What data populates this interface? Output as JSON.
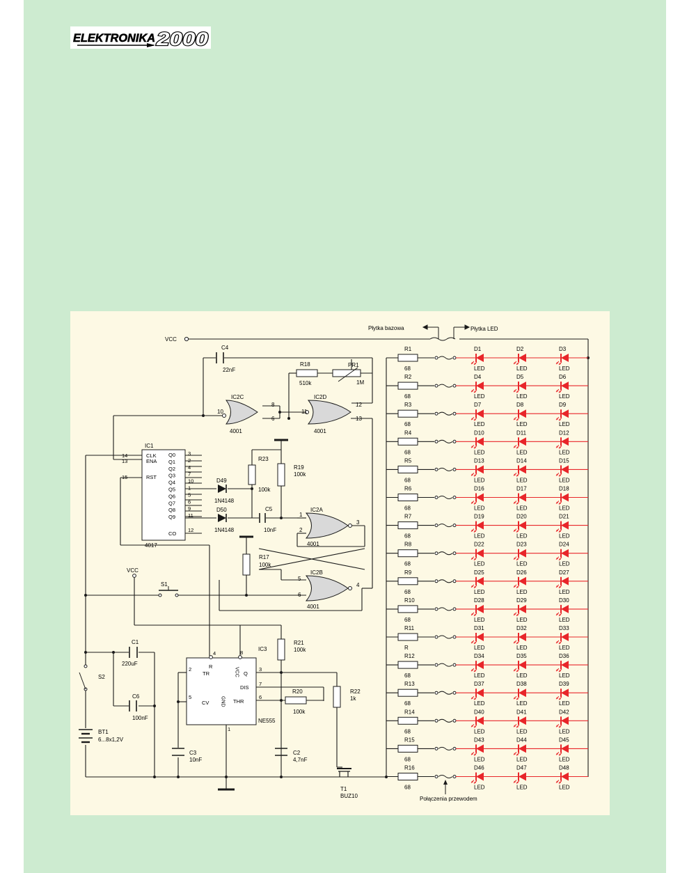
{
  "header": {
    "logo_text_left": "ELEKTRONIKA",
    "logo_text_right": "2000"
  },
  "schematic": {
    "net_labels": {
      "vcc_top": "VCC",
      "vcc_s1": "VCC",
      "board_base": "Płytka bazowa",
      "board_led": "Płytka LED",
      "wire_connections": "Połączenia przewodem"
    },
    "parts": {
      "C4": {
        "ref": "C4",
        "value": "22nF"
      },
      "R18": {
        "ref": "R18",
        "value": "510k"
      },
      "PR1": {
        "ref": "PR1",
        "value": "1M"
      },
      "IC2C": {
        "ref": "IC2C",
        "type": "4001",
        "pin_a": "10",
        "pin_b": "8",
        "pin_c": "6"
      },
      "IC2D": {
        "ref": "IC2D",
        "type": "4001",
        "pin_a": "11",
        "pin_b": "12",
        "pin_c": "13"
      },
      "IC2A": {
        "ref": "IC2A",
        "type": "4001",
        "pin_a": "1",
        "pin_b": "2",
        "pin_c": "3"
      },
      "IC2B": {
        "ref": "IC2B",
        "type": "4001",
        "pin_a": "5",
        "pin_b": "6",
        "pin_c": "4"
      },
      "IC1": {
        "ref": "IC1",
        "type": "4017",
        "left_pins": [
          {
            "num": "14",
            "name": "CLK"
          },
          {
            "num": "13",
            "name": "ENA"
          },
          {
            "num": "15",
            "name": "RST"
          }
        ],
        "right_pins": [
          {
            "name": "Q0",
            "num": "3"
          },
          {
            "name": "Q1",
            "num": "2"
          },
          {
            "name": "Q2",
            "num": "4"
          },
          {
            "name": "Q3",
            "num": "7"
          },
          {
            "name": "Q4",
            "num": "10"
          },
          {
            "name": "Q5",
            "num": "1"
          },
          {
            "name": "Q6",
            "num": "5"
          },
          {
            "name": "Q7",
            "num": "6"
          },
          {
            "name": "Q8",
            "num": "9"
          },
          {
            "name": "Q9",
            "num": "11"
          }
        ],
        "co_name": "CO",
        "co_num": "12"
      },
      "R23": {
        "ref": "R23",
        "value": "100k"
      },
      "R19": {
        "ref": "R19",
        "value": "100k"
      },
      "D49": {
        "ref": "D49",
        "value": "1N4148"
      },
      "D50": {
        "ref": "D50",
        "value": "1N4148"
      },
      "C5": {
        "ref": "C5",
        "value": "10nF"
      },
      "R17": {
        "ref": "R17",
        "value": "100k"
      },
      "S1": {
        "ref": "S1"
      },
      "IC3": {
        "ref": "IC3",
        "type": "NE555",
        "pin_tr": "TR",
        "pin_r": "R",
        "pin_vcc": "VCC",
        "pin_q": "Q",
        "pin_dis": "DIS",
        "pin_cv": "CV",
        "pin_gnd": "GND",
        "pin_thr": "THR",
        "n4": "4",
        "n8": "8",
        "n2": "2",
        "n3": "3",
        "n7": "7",
        "n5": "5",
        "n6": "6",
        "n1": "1"
      },
      "R21": {
        "ref": "R21",
        "value": "100k"
      },
      "R20": {
        "ref": "R20",
        "value": "100k"
      },
      "R22": {
        "ref": "R22",
        "value": "1k"
      },
      "C1": {
        "ref": "C1",
        "value": "220uF"
      },
      "C6": {
        "ref": "C6",
        "value": "100nF"
      },
      "S2": {
        "ref": "S2"
      },
      "BT1": {
        "ref": "BT1",
        "value": "6...8x1,2V"
      },
      "C3": {
        "ref": "C3",
        "value": "10nF"
      },
      "C2": {
        "ref": "C2",
        "value": "4,7nF"
      },
      "T1": {
        "ref": "T1",
        "value": "BUZ10"
      }
    },
    "led_type": "LED",
    "rows": [
      {
        "r": "R1",
        "rv": "68",
        "leds": [
          "D1",
          "D2",
          "D3"
        ]
      },
      {
        "r": "R2",
        "rv": "68",
        "leds": [
          "D4",
          "D5",
          "D6"
        ]
      },
      {
        "r": "R3",
        "rv": "68",
        "leds": [
          "D7",
          "D8",
          "D9"
        ]
      },
      {
        "r": "R4",
        "rv": "68",
        "leds": [
          "D10",
          "D11",
          "D12"
        ]
      },
      {
        "r": "R5",
        "rv": "68",
        "leds": [
          "D13",
          "D14",
          "D15"
        ]
      },
      {
        "r": "R6",
        "rv": "68",
        "leds": [
          "D16",
          "D17",
          "D18"
        ]
      },
      {
        "r": "R7",
        "rv": "68",
        "leds": [
          "D19",
          "D20",
          "D21"
        ]
      },
      {
        "r": "R8",
        "rv": "68",
        "leds": [
          "D22",
          "D23",
          "D24"
        ]
      },
      {
        "r": "R9",
        "rv": "68",
        "leds": [
          "D25",
          "D26",
          "D27"
        ]
      },
      {
        "r": "R10",
        "rv": "68",
        "leds": [
          "D28",
          "D29",
          "D30"
        ]
      },
      {
        "r": "R11",
        "rv": "R",
        "leds": [
          "D31",
          "D32",
          "D33"
        ]
      },
      {
        "r": "R12",
        "rv": "68",
        "leds": [
          "D34",
          "D35",
          "D36"
        ]
      },
      {
        "r": "R13",
        "rv": "68",
        "leds": [
          "D37",
          "D38",
          "D39"
        ]
      },
      {
        "r": "R14",
        "rv": "68",
        "leds": [
          "D40",
          "D41",
          "D42"
        ]
      },
      {
        "r": "R15",
        "rv": "68",
        "leds": [
          "D43",
          "D44",
          "D45"
        ]
      },
      {
        "r": "R16",
        "rv": "68",
        "leds": [
          "D46",
          "D47",
          "D48"
        ]
      }
    ],
    "colors": {
      "led": "#e8262a",
      "wire": "#1a1a1a",
      "paper": "#fdf9e4",
      "panel": "#cdebd0"
    }
  }
}
